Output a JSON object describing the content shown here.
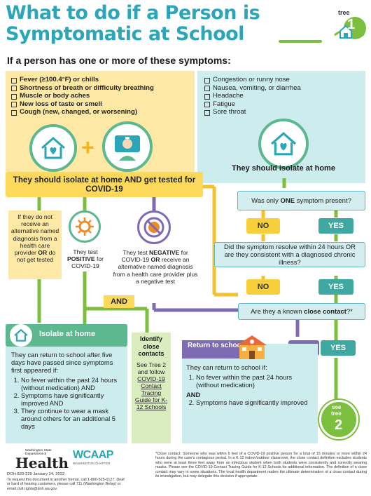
{
  "title": "What to do if a Person is Symptomatic at School",
  "tree_badge": {
    "label": "tree",
    "number": "1"
  },
  "intro": "If a person has one or more of these symptoms:",
  "symptoms_left": [
    "Fever (≥100.4°F) or chills",
    "Shortness of breath or difficulty breathing",
    "Muscle or body aches",
    "New loss of taste or smell",
    "Cough (new, changed, or worsening)"
  ],
  "symptoms_right": [
    "Congestion or runny nose",
    "Nausea, vomiting, or diarrhea",
    "Headache",
    "Fatigue",
    "Sore throat"
  ],
  "isolate_test_banner": "They should isolate at home AND get tested for COVID-19",
  "isolate_home_banner": "They should isolate at home",
  "question_one_symptom": {
    "pre": "Was only ",
    "bold": "ONE",
    "post": " symptom present?"
  },
  "question_resolve": "Did the symptom resolve within 24 hours OR are they consistent with a diagnosed chronic illness?",
  "question_close_contact": {
    "pre": "Are they a known ",
    "bold": "close contact",
    "post": "?*"
  },
  "no_label": "NO",
  "yes_label": "YES",
  "and_label": "AND",
  "no_diagnosis_text": {
    "pre": "If they do not receive an alternative named diagnosis from a health care provider ",
    "bold": "OR",
    "post": " do not get tested"
  },
  "positive_text": {
    "pre": "They test ",
    "bold": "POSITIVE",
    "post": " for COVID-19"
  },
  "negative_text": {
    "pre": "They test ",
    "bold1": "NEGATIVE",
    "mid": " for COVID-19 ",
    "bold2": "OR",
    "post": " receive an alternative named diagnosis from a health care provider plus a negative test"
  },
  "isolate_card": {
    "title": "Isolate at home",
    "intro": "They can return to school after five days have passed since symptoms first appeared if:",
    "items": [
      "No fever within the past 24 hours (without medication) AND",
      "Symptoms have significantly improved AND",
      "They continue to wear a mask around others for an additional 5 days"
    ]
  },
  "contacts_card": {
    "title": "Identify close contacts",
    "text_pre": "See Tree 2 and follow ",
    "link": "COVID-19 Contact Tracing Guide for K-12 Schools"
  },
  "return_card": {
    "title": "Return to school",
    "intro": "They can return to school if:",
    "item1": "No fever within the past 24 hours (without medication)",
    "and": "AND",
    "item2": "Symptoms have significantly improved"
  },
  "see_tree2": {
    "see": "see",
    "label": "tree",
    "number": "2"
  },
  "footer_left": {
    "logo_small": "Washington State Department of",
    "logo_big": "Health",
    "partner_logo": "WCAAP",
    "partner_sub": "WASHINGTON CHAPTER",
    "doc": "DOH 820-229  January 24, 2022",
    "access": "To request this document in another format, call 1-800-525-0127. Deaf or hard of hearing customers, please call 711 (Washington Relay) or email civil.rights@doh.wa.gov."
  },
  "footnote": "*Close contact: Someone who was within 6 feet of a COVID-19 positive person for a total of 15 minutes or more within 24 hours during the case's contagious period. In a K-12 indoor/outdoor classroom, the close contact definition excludes students who were at least three feet away from an infectious student when both students were consistently and correctly wearing masks. Please see the COVID-19 Contact Tracing Guide for K-12 Schools for additional information. The definition of a close contact may vary in some situations. The local health department makes the ultimate determination of a close contact during its investigation, but may delegate this decision if appropriate.",
  "colors": {
    "teal": "#2aa6b8",
    "green": "#7cbf3f",
    "yellow": "#fcd95b",
    "purple": "#7f6bb3"
  }
}
